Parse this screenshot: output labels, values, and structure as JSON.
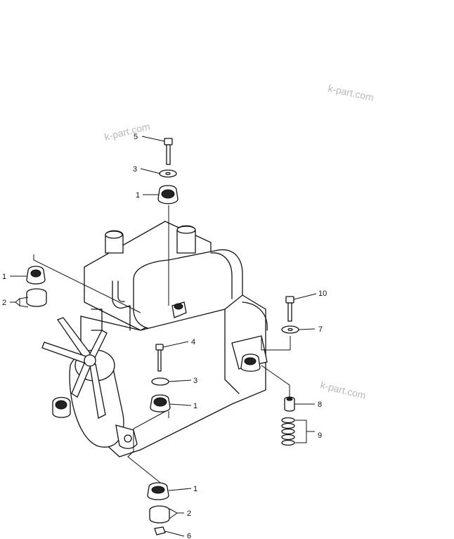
{
  "watermark": "k-part.com",
  "callouts": [
    {
      "id": "c-5",
      "text": "5"
    },
    {
      "id": "c-3a",
      "text": "3"
    },
    {
      "id": "c-1a",
      "text": "1"
    },
    {
      "id": "c-1b",
      "text": "1"
    },
    {
      "id": "c-2a",
      "text": "2"
    },
    {
      "id": "c-10",
      "text": "10"
    },
    {
      "id": "c-7",
      "text": "7"
    },
    {
      "id": "c-4",
      "text": "4"
    },
    {
      "id": "c-3b",
      "text": "3"
    },
    {
      "id": "c-1c",
      "text": "1"
    },
    {
      "id": "c-8",
      "text": "8"
    },
    {
      "id": "c-9",
      "text": "9"
    },
    {
      "id": "c-1d",
      "text": "1"
    },
    {
      "id": "c-2b",
      "text": "2"
    },
    {
      "id": "c-6",
      "text": "6"
    }
  ]
}
